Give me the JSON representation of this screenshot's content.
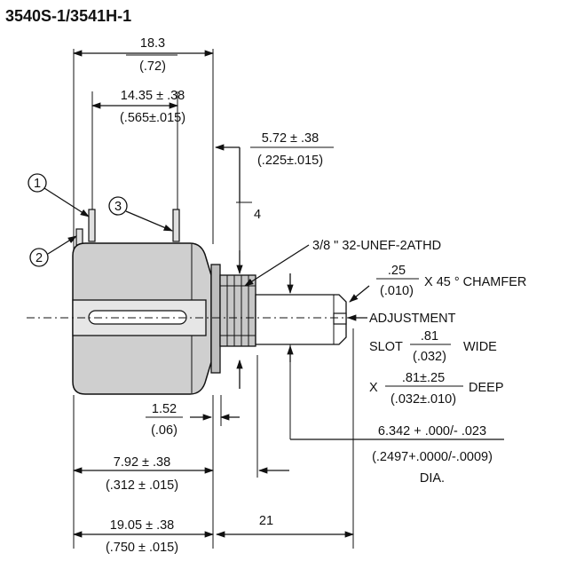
{
  "title": "3540S-1/3541H-1",
  "dims": {
    "overall_mm": "18.3",
    "overall_in": "(.72)",
    "terminal_mm": "14.35 ± .38",
    "terminal_in": "(.565±.015)",
    "offset_mm": "5.72 ± .38",
    "offset_in": "(.225±.015)",
    "thread_len": "4",
    "thread": "3/8 \" 32-UNEF-2ATHD",
    "chamfer_mm": ".25",
    "chamfer_in": "(.010)",
    "chamfer_suffix": "X 45 ° CHAMFER",
    "adjustment": "ADJUSTMENT",
    "slot_prefix": "SLOT",
    "slot_mm": ".81",
    "slot_in": "(.032)",
    "slot_suffix": "WIDE",
    "depth_prefix": "X",
    "depth_mm": ".81±.25",
    "depth_in": "(.032±.010)",
    "depth_suffix": "DEEP",
    "flange_mm": "1.52",
    "flange_in": "(.06)",
    "shaft_mm": "6.342 + .000/- .023",
    "shaft_in": "(.2497+.0000/-.0009)",
    "shaft_suffix": "DIA.",
    "body_mm": "7.92 ± .38",
    "body_in": "(.312 ± .015)",
    "depth_body_mm": "19.05 ± .38",
    "depth_body_in": "(.750 ± .015)",
    "shaft_len": "21"
  },
  "terminals": [
    "1",
    "2",
    "3"
  ]
}
